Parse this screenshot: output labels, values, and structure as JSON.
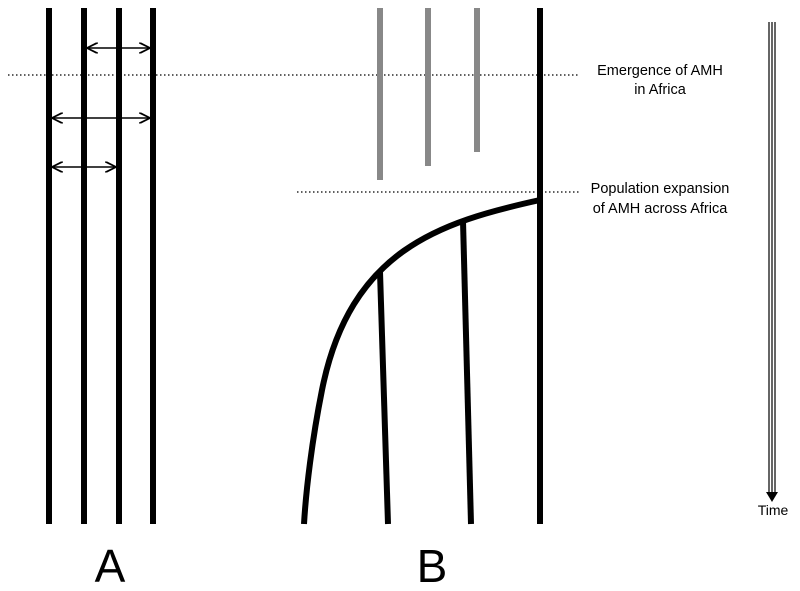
{
  "annotations": {
    "emergence_line1": "Emergence of AMH",
    "emergence_line2": "in Africa",
    "expansion_line1": "Population expansion",
    "expansion_line2": "of AMH across Africa"
  },
  "panels": {
    "a_label": "A",
    "b_label": "B"
  },
  "time_axis": {
    "label": "Time"
  },
  "colors": {
    "lineage": "#000000",
    "extinct_lineage": "#888888",
    "reference_line": "#000000"
  }
}
